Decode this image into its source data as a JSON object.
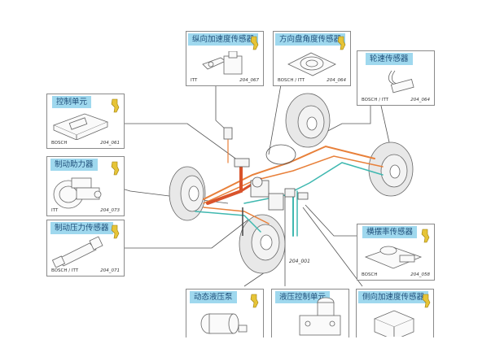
{
  "diagram": {
    "title": "",
    "center_code": "204_001",
    "colors": {
      "label_bg": "#9fd8ee",
      "label_text": "#1f4e79",
      "wire_orange": "#e8803a",
      "wire_red": "#d9532b",
      "wire_teal": "#3fb8b0",
      "tool_icon": "#e6c437"
    },
    "components": [
      {
        "id": "longitudinal-accel-sensor",
        "label": "纵向加速度传感器",
        "manufacturer": "ITT",
        "code": "204_067"
      },
      {
        "id": "steering-angle-sensor",
        "label": "方向盘角度传感器",
        "manufacturer": "BOSCH / ITT",
        "code": "204_064"
      },
      {
        "id": "wheel-speed-sensor",
        "label": "轮速传感器",
        "manufacturer": "BOSCH / ITT",
        "code": "204_064"
      },
      {
        "id": "control-unit",
        "label": "控制单元",
        "manufacturer": "BOSCH",
        "code": "204_061"
      },
      {
        "id": "brake-booster",
        "label": "制动助力器",
        "manufacturer": "ITT",
        "code": "204_073"
      },
      {
        "id": "brake-pressure-sensor",
        "label": "制动压力传感器",
        "manufacturer": "BOSCH / ITT",
        "code": "204_071"
      },
      {
        "id": "yaw-rate-sensor",
        "label": "横摆率传感器",
        "manufacturer": "BOSCH",
        "code": "204_058"
      },
      {
        "id": "dynamic-hydraulic-pump",
        "label": "动态液压泵",
        "manufacturer": "",
        "code": ""
      },
      {
        "id": "hydraulic-control-unit",
        "label": "液压控制单元",
        "manufacturer": "",
        "code": ""
      },
      {
        "id": "lateral-accel-sensor",
        "label": "侧向加速度传感器",
        "manufacturer": "",
        "code": ""
      }
    ]
  }
}
